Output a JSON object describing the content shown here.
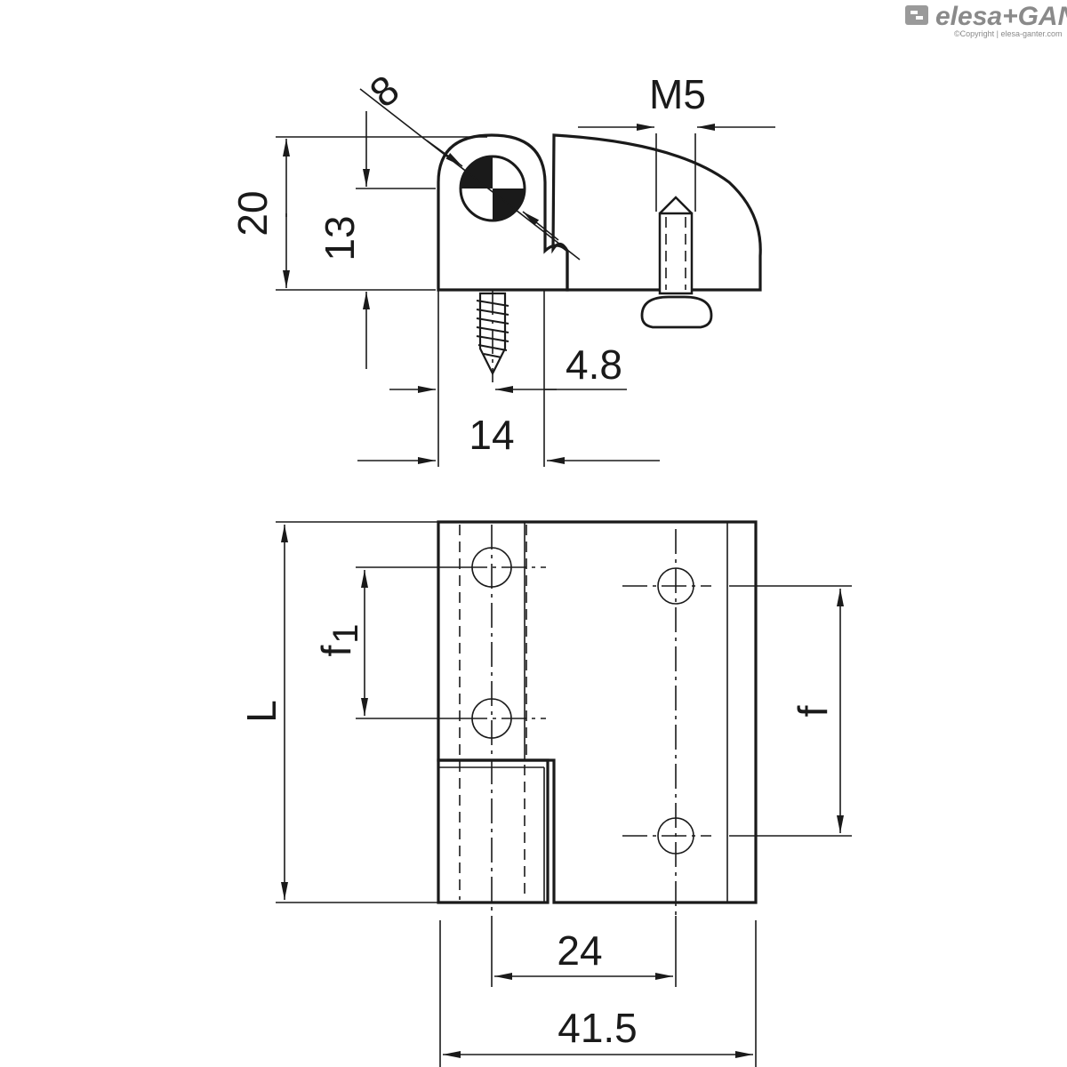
{
  "brand": {
    "logo_text": "elesa+GANTER",
    "copyright": "©Copyright | elesa-ganter.com"
  },
  "dimensions": {
    "diameter": "8",
    "thread": "M5",
    "height_total": "20",
    "height_axis": "13",
    "screw_offset": "4.8",
    "width_knuckle": "14",
    "length": "L",
    "pitch_f1_main": "f",
    "pitch_f1_sub": "1",
    "pitch_f": "f",
    "hole_spacing": "24",
    "width_total": "41.5"
  }
}
